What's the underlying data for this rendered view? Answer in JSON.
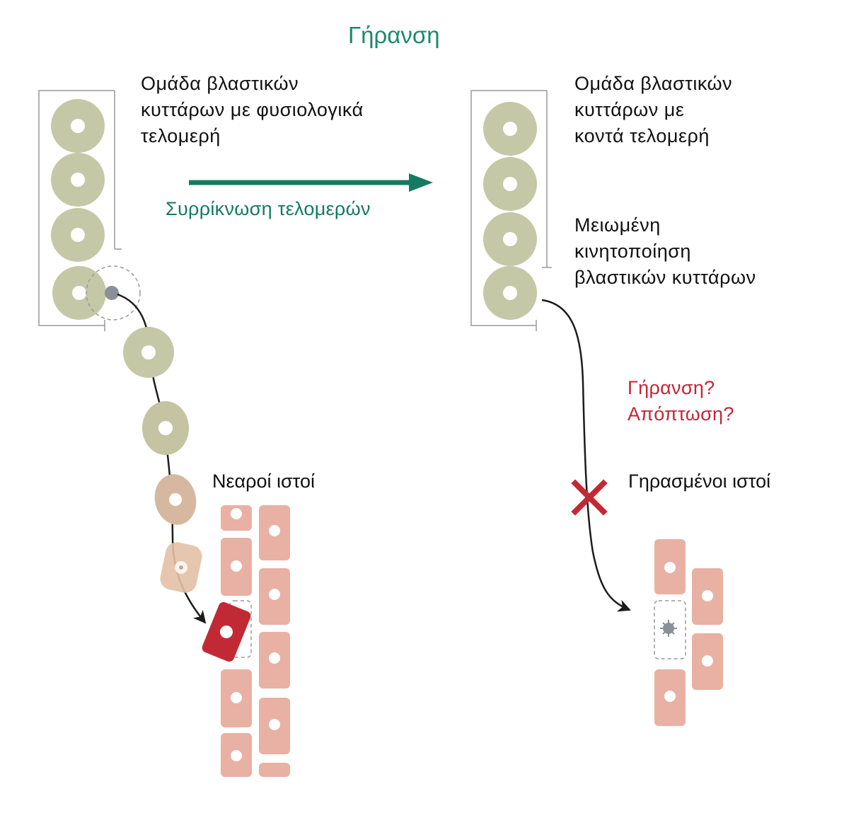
{
  "title": "Γήρανση",
  "arrow_label": "Συρρίκνωση τελομερών",
  "left": {
    "pool_label": "Ομάδα βλαστικών\nκυττάρων με φυσιολογικά\nτελομερή",
    "tissue_label": "Νεαροί ιστοί"
  },
  "right": {
    "pool_label": "Ομάδα βλαστικών\nκυττάρων με\nκοντά τελομερή",
    "mobilization_label": "Μειωμένη\nκινητοποίηση\nβλαστικών κυττάρων",
    "fate_label": "Γήρανση?\nΑπόπτωση?",
    "tissue_label": "Γηρασμένοι ιστοί"
  },
  "colors": {
    "title": "#1a8a6e",
    "arrow": "#157a62",
    "fate": "#c02836",
    "text": "#111111",
    "stem_cell": "#c5c8a6",
    "tissue_cell": "#e8b1a3",
    "new_cell": "#c12a35",
    "cross": "#c12a35"
  }
}
